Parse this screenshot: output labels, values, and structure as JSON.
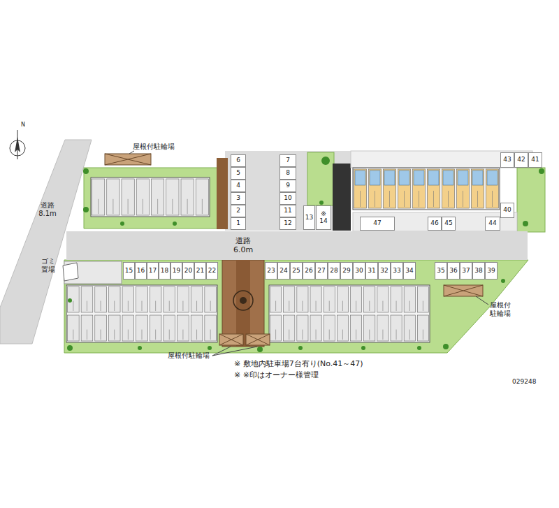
{
  "diagram": {
    "nodes": [
      {
        "text": [
          "1"
        ]
      },
      {
        "text": [
          "2"
        ]
      },
      {
        "text": [
          "3"
        ]
      },
      {
        "text": [
          "4"
        ]
      },
      {
        "text": [
          "5"
        ]
      },
      {
        "text": [
          "6"
        ]
      },
      {
        "text": [
          "7"
        ]
      },
      {
        "text": [
          "8"
        ]
      },
      {
        "text": [
          "9"
        ]
      },
      {
        "text": [
          "10"
        ]
      },
      {
        "text": [
          "11"
        ]
      },
      {
        "text": [
          "12"
        ]
      },
      {
        "text": [
          "13"
        ]
      },
      {
        "text": [
          "※ 14"
        ]
      },
      {
        "text": [
          "15"
        ]
      },
      {
        "text": [
          "16"
        ]
      },
      {
        "text": [
          "17"
        ]
      },
      {
        "text": [
          "18"
        ]
      },
      {
        "text": [
          "19"
        ]
      },
      {
        "text": [
          "20"
        ]
      },
      {
        "text": [
          "21"
        ]
      },
      {
        "text": [
          "22"
        ]
      },
      {
        "text": [
          "23"
        ]
      },
      {
        "text": [
          "24"
        ]
      },
      {
        "text": [
          "25"
        ]
      },
      {
        "text": [
          "26"
        ]
      },
      {
        "text": [
          "27"
        ]
      },
      {
        "text": [
          "28"
        ]
      },
      {
        "text": [
          "29"
        ]
      },
      {
        "text": [
          "30"
        ]
      },
      {
        "text": [
          "31"
        ]
      },
      {
        "text": [
          "32"
        ]
      },
      {
        "text": [
          "33"
        ]
      },
      {
        "text": [
          "34"
        ]
      },
      {
        "text": [
          "35"
        ]
      },
      {
        "text": [
          "36"
        ]
      },
      {
        "text": [
          "37"
        ]
      },
      {
        "text": [
          "38"
        ]
      },
      {
        "text": [
          "39"
        ]
      },
      {
        "text": [
          "40"
        ]
      },
      {
        "text": [
          "41"
        ]
      },
      {
        "text": [
          "42"
        ]
      },
      {
        "text": [
          "43"
        ]
      },
      {
        "text": [
          "44"
        ]
      },
      {
        "text": [
          "45"
        ]
      },
      {
        "text": [
          "46"
        ]
      },
      {
        "text": [
          "47"
        ]
      },
      {
        "text": [
          "道路 6.0m"
        ]
      }
    ],
    "labels": [
      "屋根付駐輪場",
      "道路 8.1m",
      "ゴミ 置場",
      "屋根付 駐輪場",
      "屋根付駐輪場",
      "※ 敷地内駐車場7台有り(No.41～47)",
      "※ ※印はオーナー様管理",
      "029248",
      "N"
    ]
  }
}
